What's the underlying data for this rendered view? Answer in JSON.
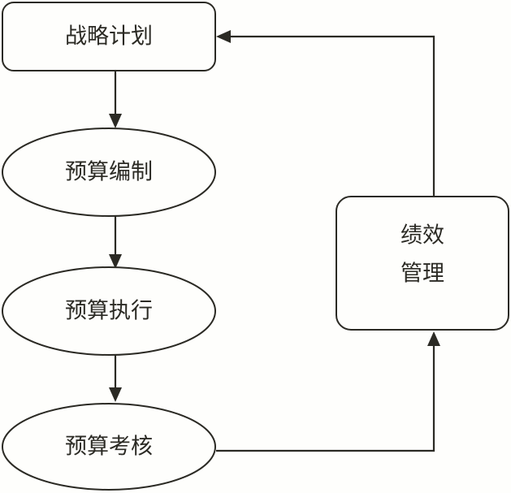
{
  "diagram": {
    "nodes": {
      "strategy_plan": {
        "label": "战略计划",
        "shape": "rounded-rectangle"
      },
      "budget_preparation": {
        "label": "预算编制",
        "shape": "ellipse"
      },
      "budget_execution": {
        "label": "预算执行",
        "shape": "ellipse"
      },
      "budget_assessment": {
        "label": "预算考核",
        "shape": "ellipse"
      },
      "performance_management": {
        "label_lines": [
          "绩效",
          "管理"
        ],
        "shape": "rounded-rectangle"
      }
    },
    "edges": [
      {
        "from": "strategy_plan",
        "to": "budget_preparation"
      },
      {
        "from": "budget_preparation",
        "to": "budget_execution"
      },
      {
        "from": "budget_execution",
        "to": "budget_assessment"
      },
      {
        "from": "budget_assessment",
        "to": "performance_management"
      },
      {
        "from": "performance_management",
        "to": "strategy_plan"
      }
    ],
    "colors": {
      "stroke": "#2b2a24",
      "background": "#fefefc"
    }
  }
}
